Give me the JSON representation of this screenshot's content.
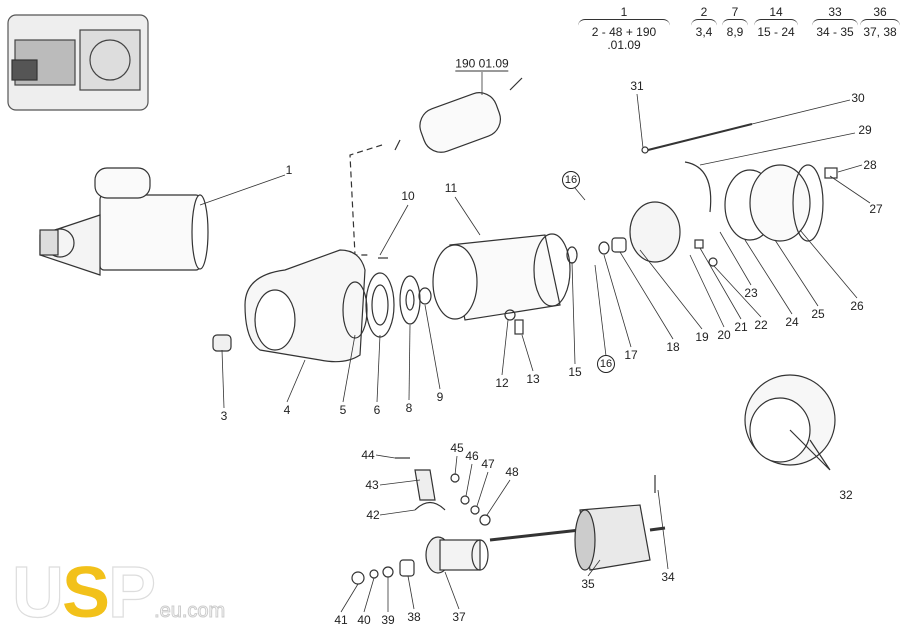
{
  "header_groups": [
    {
      "top": "1",
      "bottom": "2 - 48 + 190 .01.09"
    },
    {
      "top": "2",
      "bottom": "3,4"
    },
    {
      "top": "7",
      "bottom": "8,9"
    },
    {
      "top": "14",
      "bottom": "15 - 24"
    },
    {
      "top": "33",
      "bottom": "34 - 35"
    },
    {
      "top": "36",
      "bottom": "37, 38"
    }
  ],
  "subassembly_label": "190 01.09",
  "part_numbers": {
    "p1": "1",
    "p3": "3",
    "p4": "4",
    "p5": "5",
    "p6": "6",
    "p8": "8",
    "p9": "9",
    "p10": "10",
    "p11": "11",
    "p12": "12",
    "p13": "13",
    "p15": "15",
    "p16a": "16",
    "p16b": "16",
    "p17": "17",
    "p18": "18",
    "p19": "19",
    "p20": "20",
    "p21": "21",
    "p22": "22",
    "p23": "23",
    "p24": "24",
    "p25": "25",
    "p26": "26",
    "p27": "27",
    "p28": "28",
    "p29": "29",
    "p30": "30",
    "p31": "31",
    "p32": "32",
    "p34": "34",
    "p35": "35",
    "p37": "37",
    "p38": "38",
    "p39": "39",
    "p40": "40",
    "p41": "41",
    "p42": "42",
    "p43": "43",
    "p44": "44",
    "p45": "45",
    "p46": "46",
    "p47": "47",
    "p48": "48"
  },
  "watermark": {
    "brand_u": "U",
    "brand_s": "S",
    "brand_p": "P",
    "domain": ".eu.com",
    "accent": "#f2c11a"
  }
}
